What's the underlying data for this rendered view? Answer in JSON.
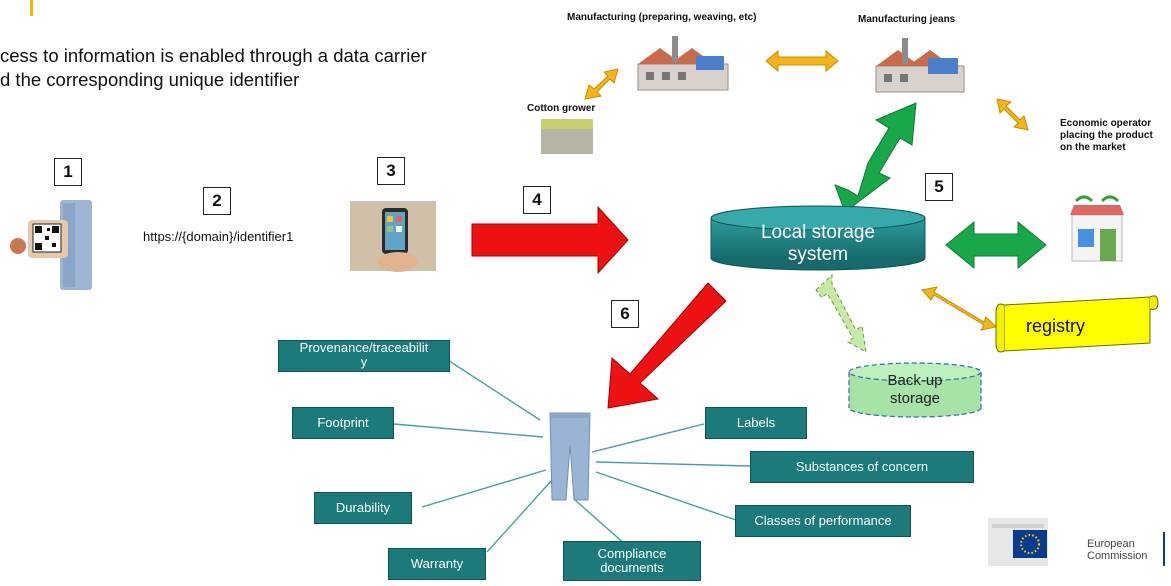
{
  "headline": {
    "line1": "cess to information is enabled through a data carrier",
    "line2": "d the corresponding unique identifier"
  },
  "steps": {
    "s1": "1",
    "s2": "2",
    "s3": "3",
    "s4": "4",
    "s5": "5",
    "s6": "6"
  },
  "url": "https://{domain}/identifier1",
  "supply_chain": {
    "cotton": "Cotton grower",
    "manufacturing": "Manufacturing (preparing, weaving, etc)",
    "jeans": "Manufacturing jeans",
    "operator_line1": "Economic operator",
    "operator_line2": "placing the product",
    "operator_line3": "on the market"
  },
  "storage": {
    "local_line1": "Local storage",
    "local_line2": "system",
    "backup_line1": "Back-up",
    "backup_line2": "storage",
    "registry": "registry"
  },
  "attributes": {
    "provenance": "Provenance/traceabilit\ny",
    "footprint": "Footprint",
    "durability": "Durability",
    "warranty": "Warranty",
    "compliance": "Compliance\ndocuments",
    "labels": "Labels",
    "substances": "Substances of concern",
    "classes": "Classes of performance"
  },
  "footer": {
    "ec_line1": "European",
    "ec_line2": "Commission"
  },
  "colors": {
    "teal": "#1c7a7b",
    "red_arrow": "#ee1111",
    "green_arrow": "#18a84a",
    "orange_arrow": "#f3b51a",
    "registry": "#ffff00"
  }
}
